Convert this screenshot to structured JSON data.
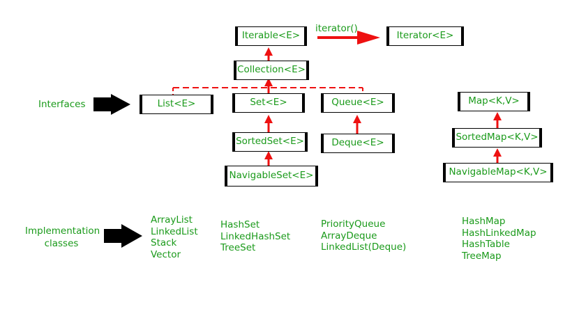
{
  "colors": {
    "text": "#1a9a1a",
    "arrow": "#ee1111",
    "box_border": "#000000",
    "pointer_arrow": "#000000"
  },
  "labels": {
    "interfaces": "Interfaces",
    "implementation": [
      "Implementation",
      "classes"
    ],
    "iterator_method": "iterator()"
  },
  "interfaces": {
    "iterable": "Iterable<E>",
    "iterator": "Iterator<E>",
    "collection": "Collection<E>",
    "list": "List<E>",
    "set": "Set<E>",
    "queue": "Queue<E>",
    "sortedset": "SortedSet<E>",
    "navigableset": "NavigableSet<E>",
    "deque": "Deque<E>",
    "map": "Map<K,V>",
    "sortedmap": "SortedMap<K,V>",
    "navigablemap": "NavigableMap<K,V>"
  },
  "implementations": {
    "list": [
      "ArrayList",
      "LinkedList",
      "Stack",
      "Vector"
    ],
    "set": [
      "HashSet",
      "LinkedHashSet",
      "TreeSet"
    ],
    "queue": [
      "PriorityQueue",
      "ArrayDeque",
      "LinkedList(Deque)"
    ],
    "map": [
      "HashMap",
      "HashLinkedMap",
      "HashTable",
      "TreeMap"
    ]
  }
}
